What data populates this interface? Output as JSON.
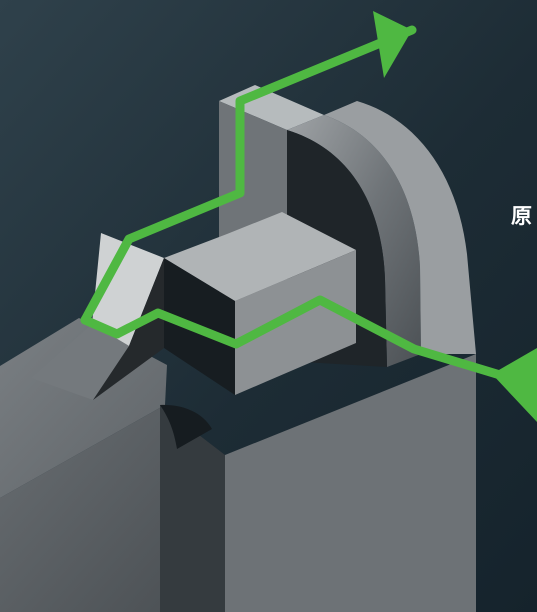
{
  "label": "原",
  "colors": {
    "background_top": "#2f414b",
    "background_bottom": "#15232c",
    "path": "#4fb842",
    "part_light": "#9ea2a4",
    "part_mid": "#6f7478",
    "part_dark": "#272d31",
    "part_black": "#11181c"
  },
  "arrows": [
    {
      "name": "upper-flow-arrow",
      "direction": "up-right"
    },
    {
      "name": "lower-flow-arrow",
      "direction": "down-right"
    }
  ]
}
